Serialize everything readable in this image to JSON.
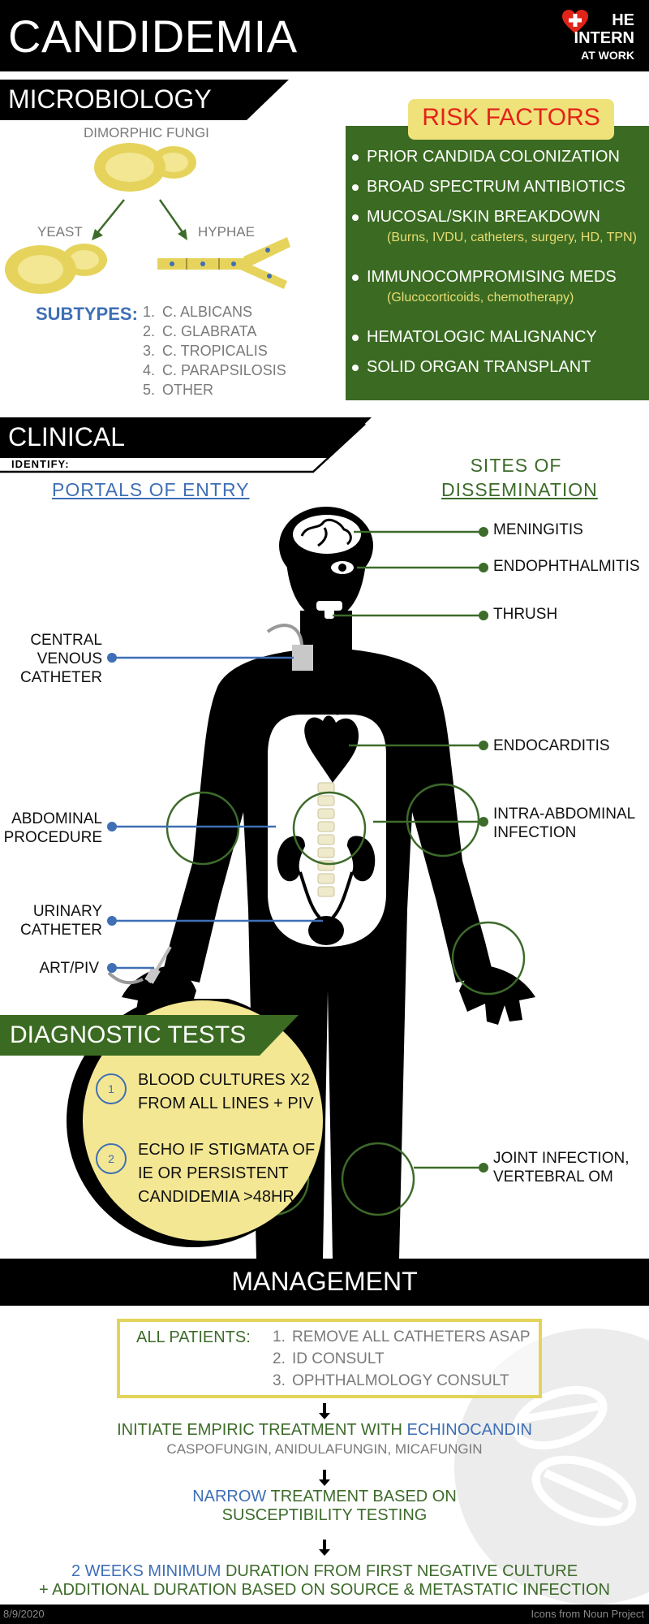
{
  "header": {
    "title": "CANDIDEMIA",
    "logo_line1": "HE",
    "logo_line2": "INTERN",
    "logo_line3": "AT WORK"
  },
  "microbiology": {
    "title": "MICROBIOLOGY",
    "dimorphic_label": "DIMORPHIC FUNGI",
    "yeast_label": "YEAST",
    "hyphae_label": "HYPHAE",
    "subtypes_label": "SUBTYPES:",
    "subtypes": [
      "C. ALBICANS",
      "C. GLABRATA",
      "C. TROPICALIS",
      "C. PARAPSILOSIS",
      "OTHER"
    ]
  },
  "risk_factors": {
    "title": "RISK FACTORS",
    "items": [
      "PRIOR CANDIDA COLONIZATION",
      "BROAD SPECTRUM ANTIBIOTICS",
      "MUCOSAL/SKIN BREAKDOWN",
      "IMMUNOCOMPROMISING MEDS",
      "HEMATOLOGIC MALIGNANCY",
      "SOLID ORGAN TRANSPLANT"
    ],
    "mucosal_detail": "(Burns, IVDU, catheters, surgery, HD, TPN)",
    "meds_detail": "(Glucocorticoids, chemotherapy)"
  },
  "clinical": {
    "title": "CLINICAL",
    "identify": "IDENTIFY:",
    "portals_title": "PORTALS OF ENTRY",
    "sites_title_line1": "SITES OF",
    "sites_title_line2": "DISSEMINATION",
    "portals": {
      "cvc_line1": "CENTRAL",
      "cvc_line2": "VENOUS",
      "cvc_line3": "CATHETER",
      "abd_line1": "ABDOMINAL",
      "abd_line2": "PROCEDURE",
      "uri_line1": "URINARY",
      "uri_line2": "CATHETER",
      "art": "ART/PIV"
    },
    "sites": {
      "meningitis": "MENINGITIS",
      "endophthalmitis": "ENDOPHTHALMITIS",
      "thrush": "THRUSH",
      "endocarditis": "ENDOCARDITIS",
      "intra_abd_line1": "INTRA-ABDOMINAL",
      "intra_abd_line2": "INFECTION",
      "joint_line1": "JOINT INFECTION,",
      "joint_line2": "VERTEBRAL OM"
    },
    "colors": {
      "portal_line": "#3f6fb5",
      "site_line": "#3d6b2a"
    }
  },
  "diagnostic": {
    "title": "DIAGNOSTIC TESTS",
    "num1": "1",
    "num2": "2",
    "test1_line1": "BLOOD CULTURES X2",
    "test1_line2": "FROM ALL LINES + PIV",
    "test2_line1": "ECHO IF STIGMATA OF",
    "test2_line2": "IE OR  PERSISTENT",
    "test2_line3": "CANDIDEMIA  >48HR"
  },
  "management": {
    "title": "MANAGEMENT",
    "all_patients_label": "ALL PATIENTS:",
    "all_patients_items": [
      "REMOVE ALL CATHETERS ASAP",
      "ID CONSULT",
      "OPHTHALMOLOGY CONSULT"
    ],
    "empiric_prefix": "INITIATE EMPIRIC TREATMENT WITH",
    "empiric_drug": "ECHINOCANDIN",
    "empiric_examples": "CASPOFUNGIN, ANIDULAFUNGIN, MICAFUNGIN",
    "narrow_word": "NARROW",
    "narrow_rest": "TREATMENT BASED ON",
    "narrow_line2": "SUSCEPTIBILITY TESTING",
    "duration_min": "2 WEEKS MINIMUM",
    "duration_rest": "DURATION FROM FIRST NEGATIVE CULTURE",
    "duration_line2": "+ ADDITIONAL DURATION BASED ON SOURCE & METASTATIC INFECTION"
  },
  "footer": {
    "date": "8/9/2020",
    "credit": "Icons from Noun Project"
  },
  "colors": {
    "risk_box": "#3b6b22",
    "pill_yellow": "#f0e27a",
    "risk_title_red": "#e2231a",
    "blue": "#3f6fb5",
    "green": "#3d6b2a"
  }
}
